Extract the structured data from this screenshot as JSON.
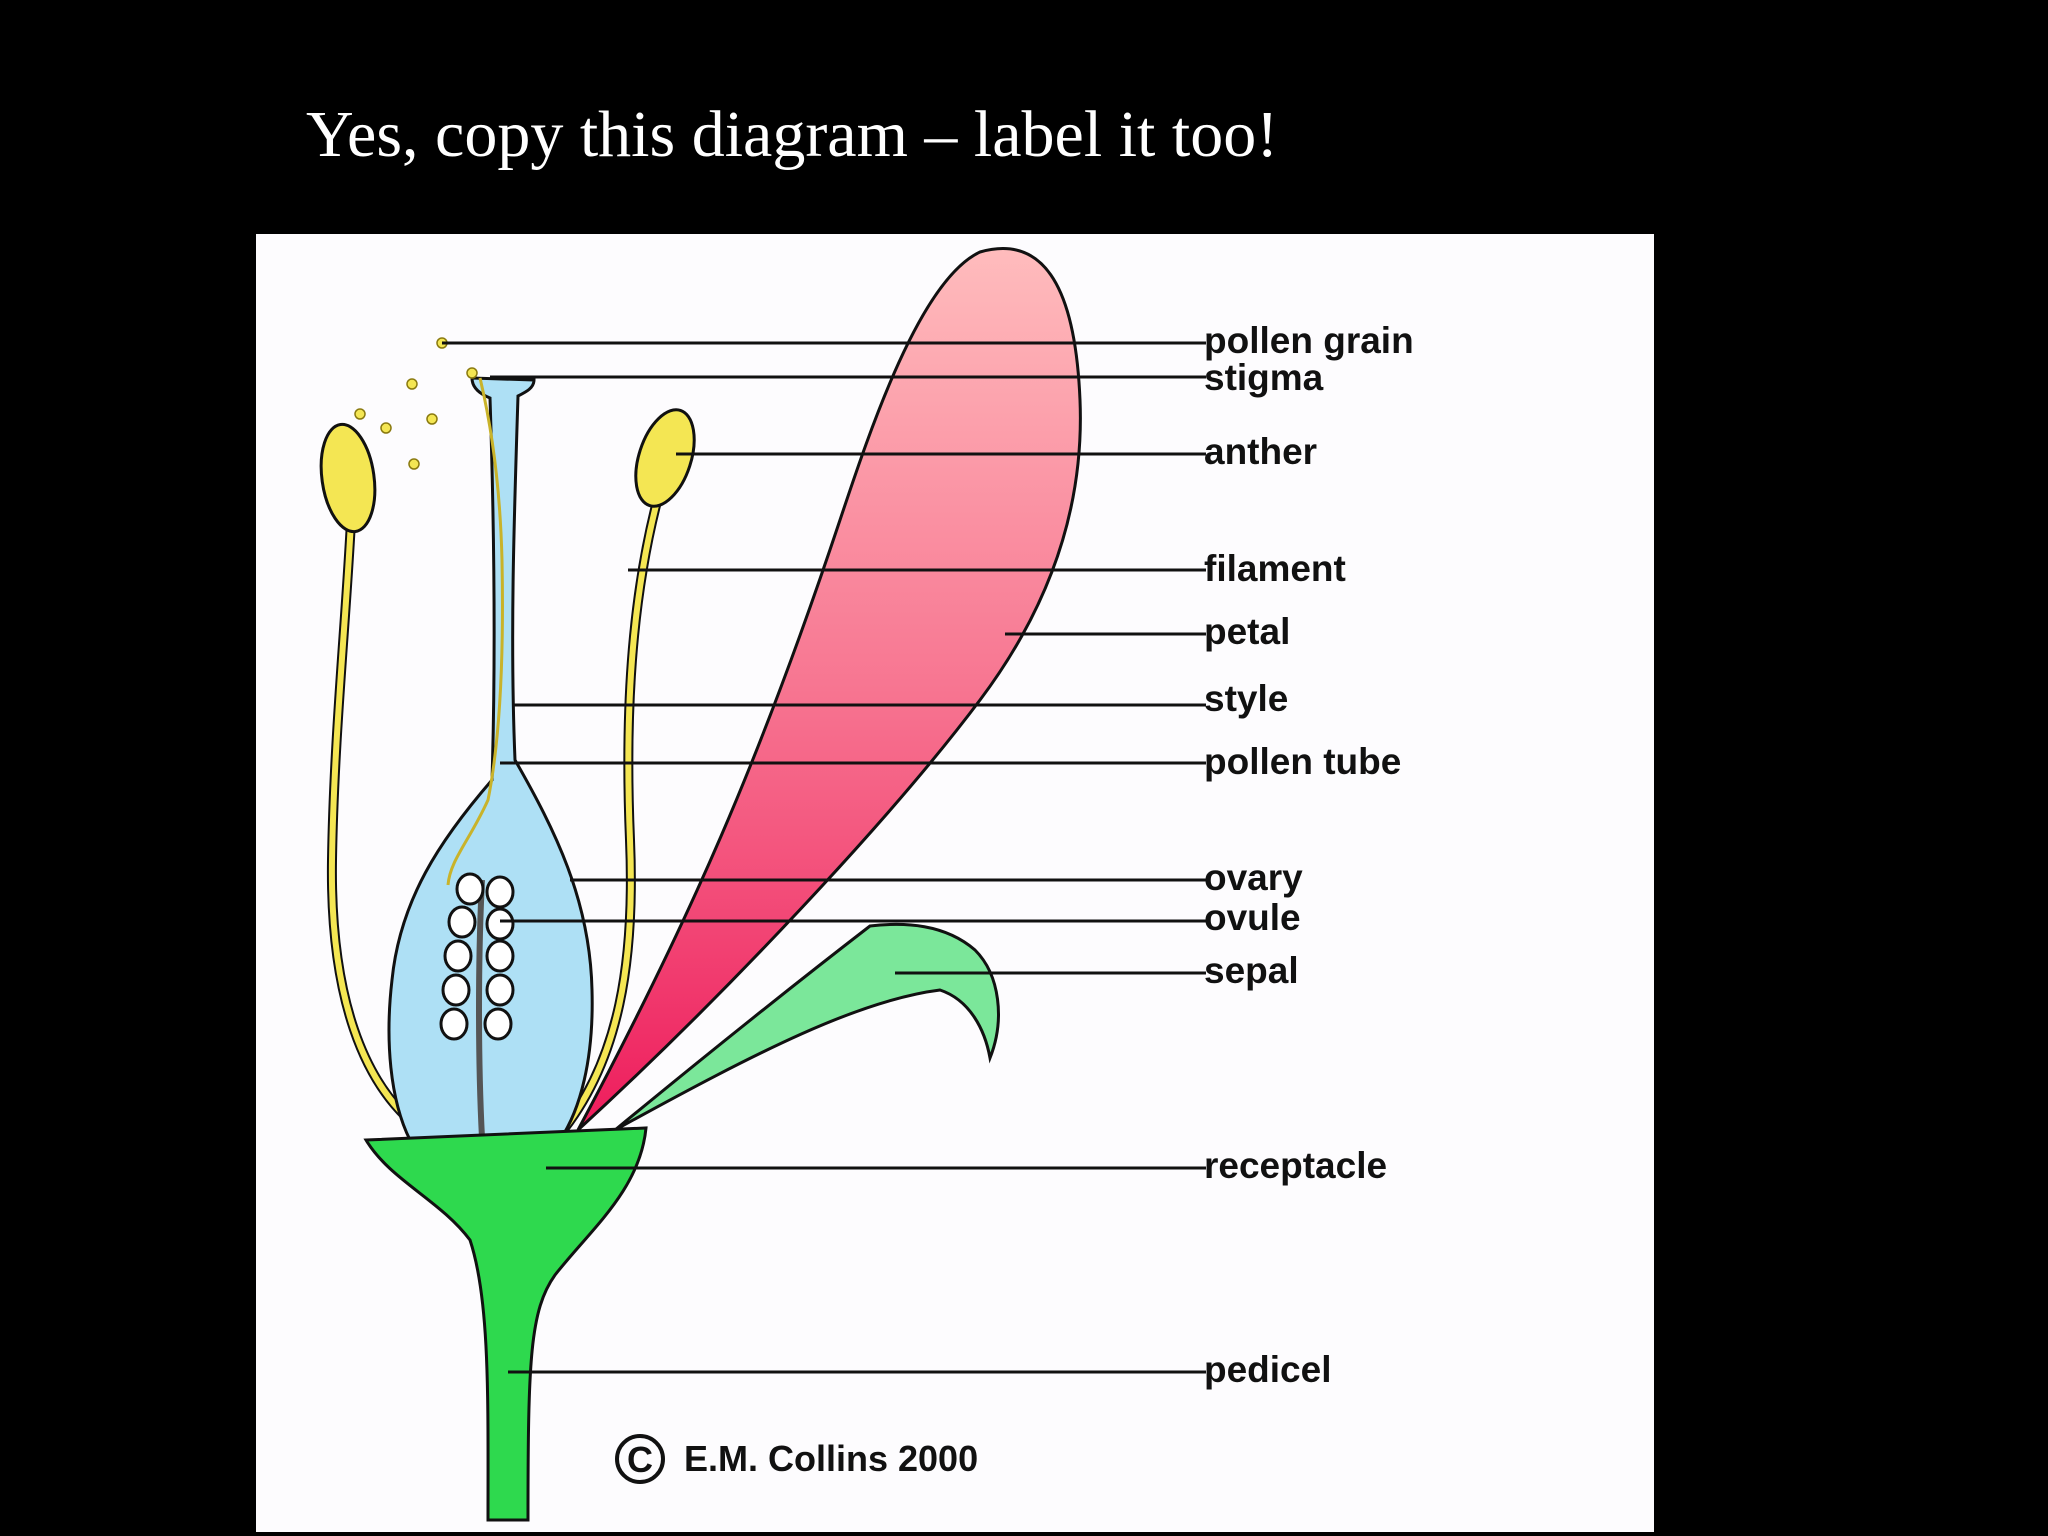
{
  "slide": {
    "title": "Yes, copy this diagram – label it too!"
  },
  "diagram": {
    "labels": {
      "pollen_grain": "pollen grain",
      "stigma": "stigma",
      "anther": "anther",
      "filament": "filament",
      "petal": "petal",
      "style": "style",
      "pollen_tube": "pollen tube",
      "ovary": "ovary",
      "ovule": "ovule",
      "sepal": "sepal",
      "receptacle": "receptacle",
      "pedicel": "pedicel"
    },
    "copyright_symbol": "C",
    "copyright_text": "E.M. Collins 2000",
    "colors": {
      "background": "#000000",
      "panel": "#fdfcfe",
      "petal_top": "#ffb6b9",
      "petal_bottom": "#f0215f",
      "pistil": "#aee0f5",
      "anther": "#f4e653",
      "sepal": "#7be79a",
      "receptacle": "#2ed94e",
      "ovule": "#ffffff",
      "outline": "#111111"
    }
  }
}
